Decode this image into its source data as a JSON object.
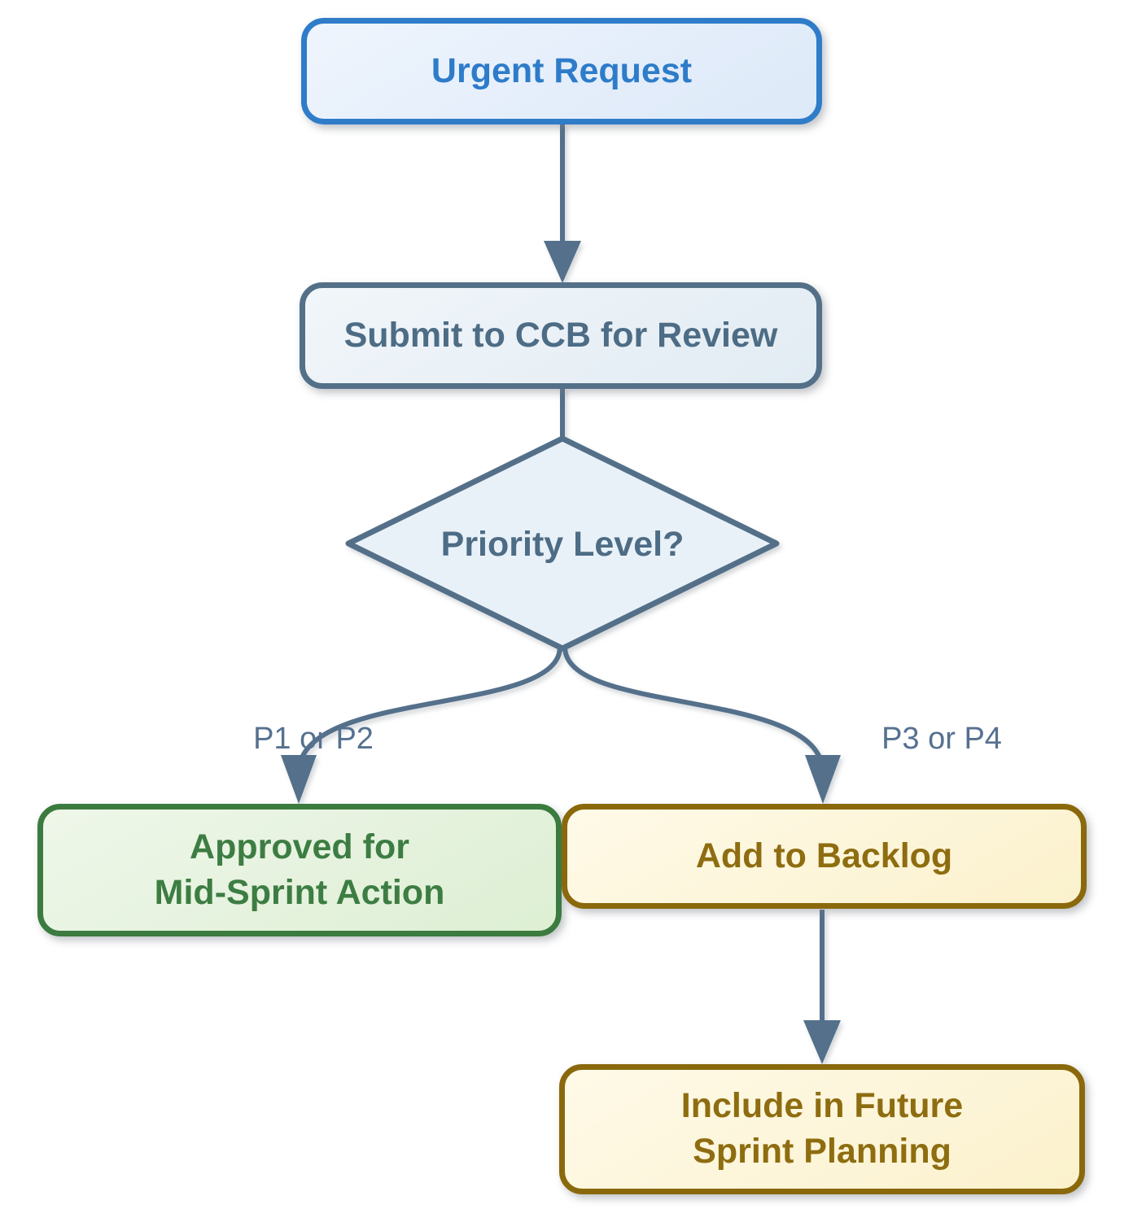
{
  "diagram": {
    "type": "flowchart",
    "background_color": "#FFFFFF",
    "connector_color": "#54708B",
    "edge_label_color": "#567190",
    "nodes": [
      {
        "id": "urgent-request",
        "type": "rounded-rect",
        "label": "Urgent Request",
        "border_color": "#2F7CC9",
        "text_color": "#2E7CC9",
        "fill_color": "#E7F0FB"
      },
      {
        "id": "submit-ccb",
        "type": "rounded-rect",
        "label": "Submit to CCB for Review",
        "border_color": "#547089",
        "text_color": "#4D6C85",
        "fill_color": "#EAF1F7"
      },
      {
        "id": "priority-level",
        "type": "diamond",
        "label": "Priority Level?",
        "border_color": "#547089",
        "text_color": "#4D6C85",
        "fill_color": "#E9F1F8"
      },
      {
        "id": "approved-mid-sprint",
        "type": "rounded-rect",
        "lines": [
          "Approved for",
          "Mid-Sprint Action"
        ],
        "border_color": "#3B7B3F",
        "text_color": "#3D7D43",
        "fill_color": "#E7F3E0"
      },
      {
        "id": "add-to-backlog",
        "type": "rounded-rect",
        "label": "Add to Backlog",
        "border_color": "#8A690C",
        "text_color": "#8E6D10",
        "fill_color": "#FDF6DC"
      },
      {
        "id": "future-sprint-planning",
        "type": "rounded-rect",
        "lines": [
          "Include in Future",
          "Sprint Planning"
        ],
        "border_color": "#8A690C",
        "text_color": "#8E6D10",
        "fill_color": "#FDF6DC"
      }
    ],
    "edges": [
      {
        "from": "urgent-request",
        "to": "submit-ccb",
        "label": ""
      },
      {
        "from": "submit-ccb",
        "to": "priority-level",
        "label": ""
      },
      {
        "from": "priority-level",
        "to": "approved-mid-sprint",
        "label": "P1 or P2"
      },
      {
        "from": "priority-level",
        "to": "add-to-backlog",
        "label": "P3 or P4"
      },
      {
        "from": "add-to-backlog",
        "to": "future-sprint-planning",
        "label": ""
      }
    ]
  }
}
